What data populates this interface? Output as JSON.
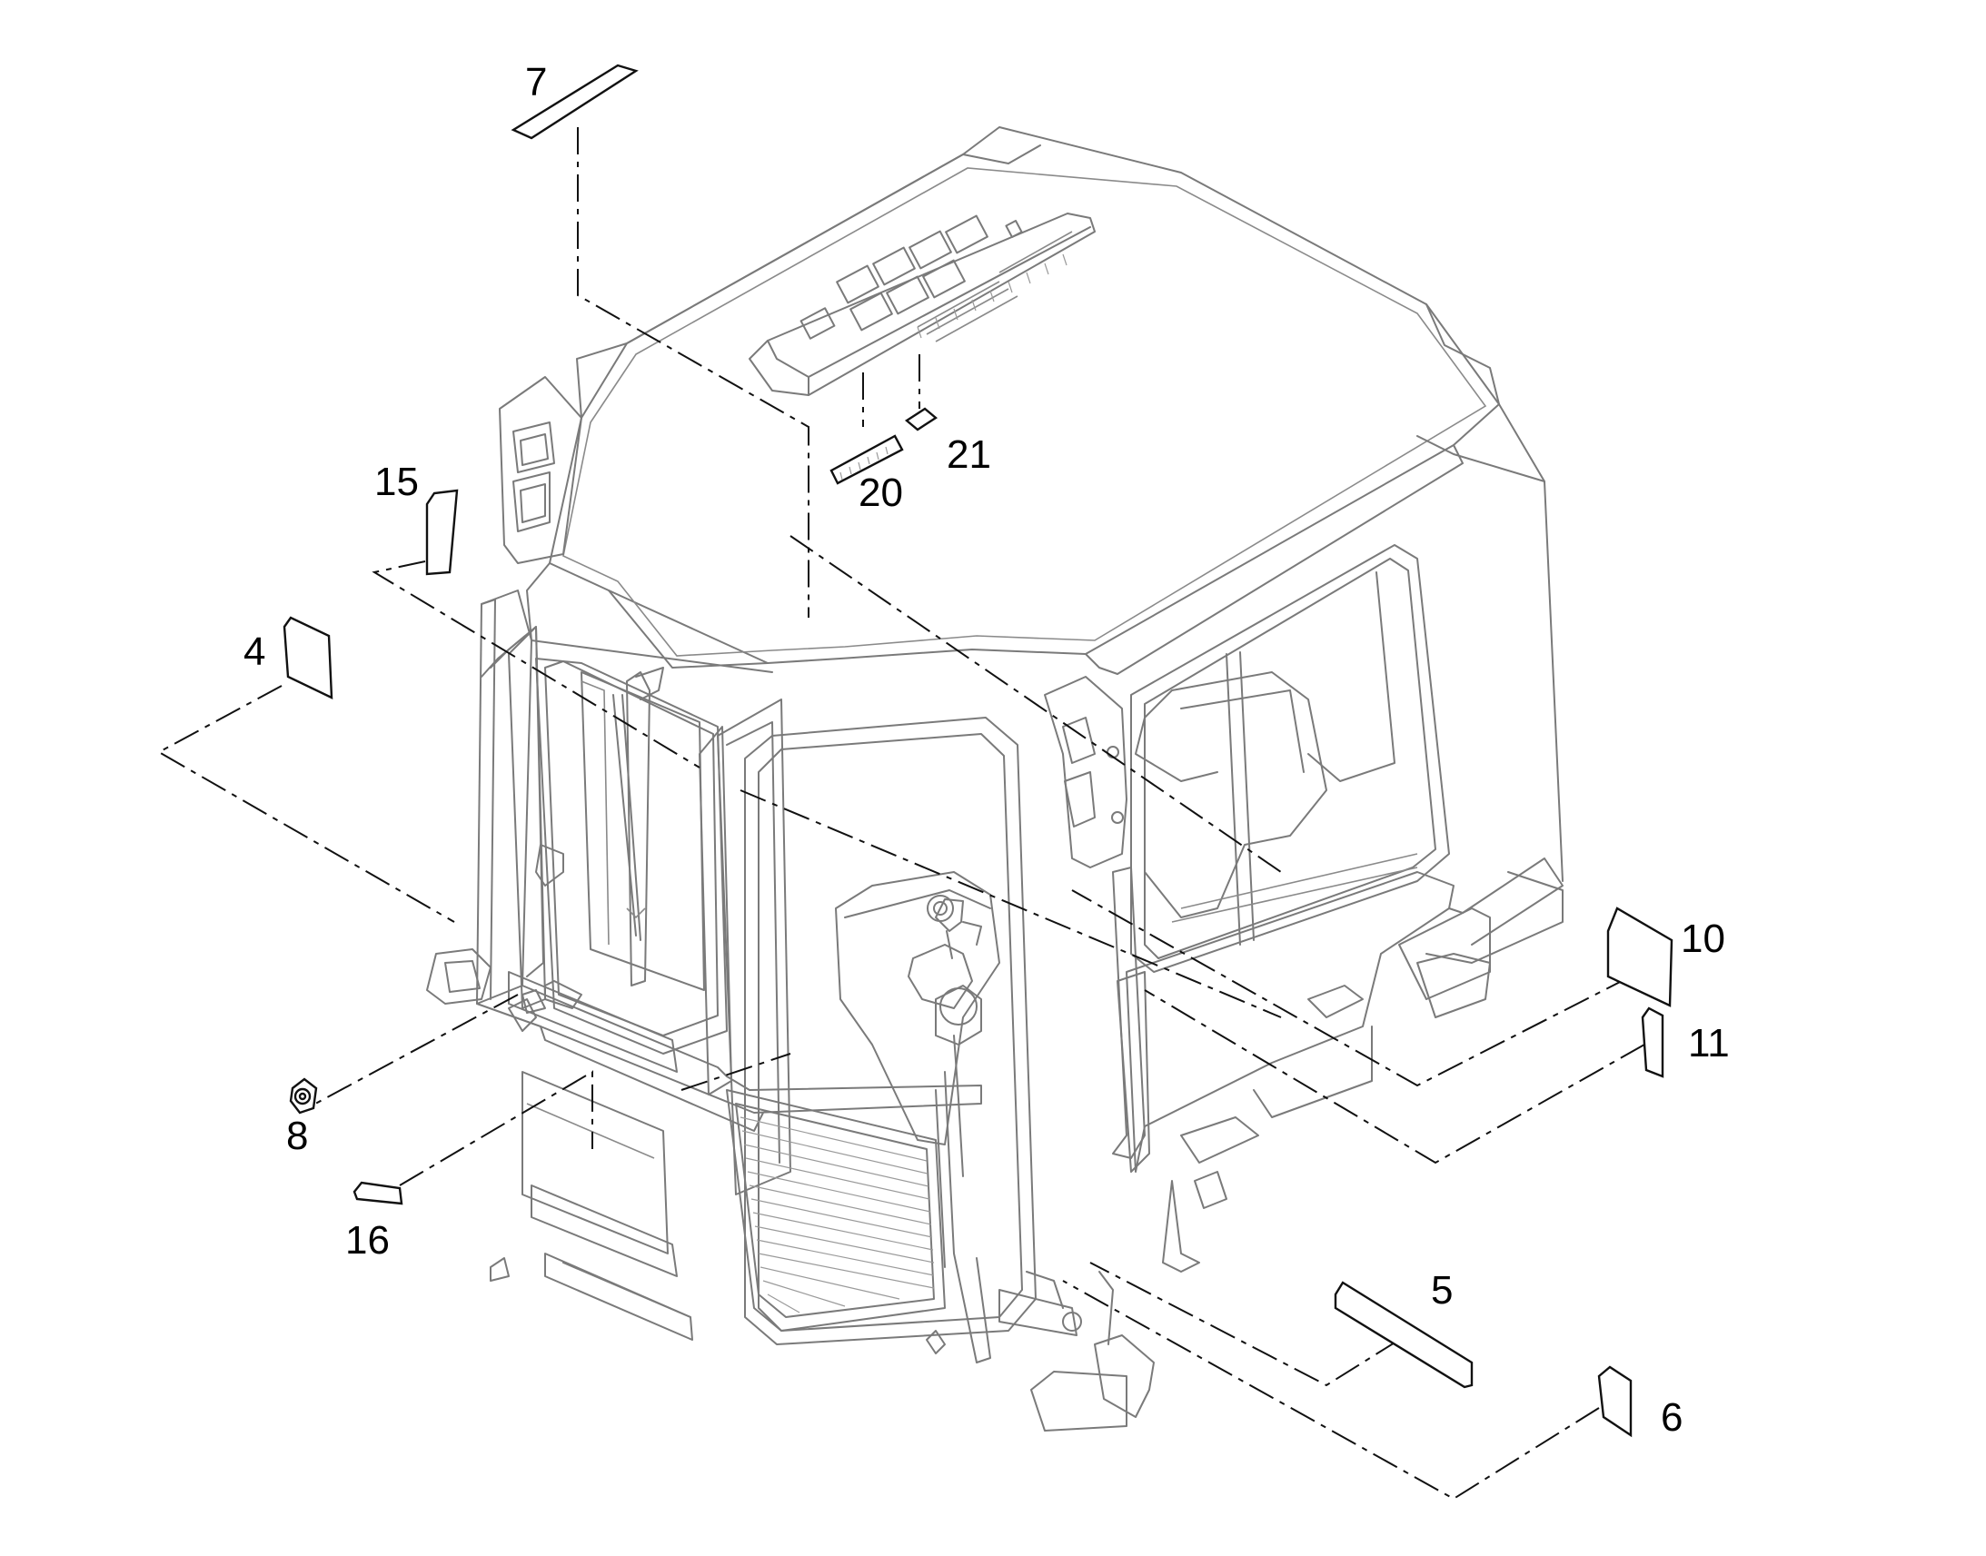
{
  "diagram": {
    "callouts": [
      {
        "id": "7",
        "label": "7"
      },
      {
        "id": "21",
        "label": "21"
      },
      {
        "id": "20",
        "label": "20"
      },
      {
        "id": "15",
        "label": "15"
      },
      {
        "id": "4",
        "label": "4"
      },
      {
        "id": "10",
        "label": "10"
      },
      {
        "id": "11",
        "label": "11"
      },
      {
        "id": "8",
        "label": "8"
      },
      {
        "id": "16",
        "label": "16"
      },
      {
        "id": "5",
        "label": "5"
      },
      {
        "id": "6",
        "label": "6"
      }
    ]
  }
}
